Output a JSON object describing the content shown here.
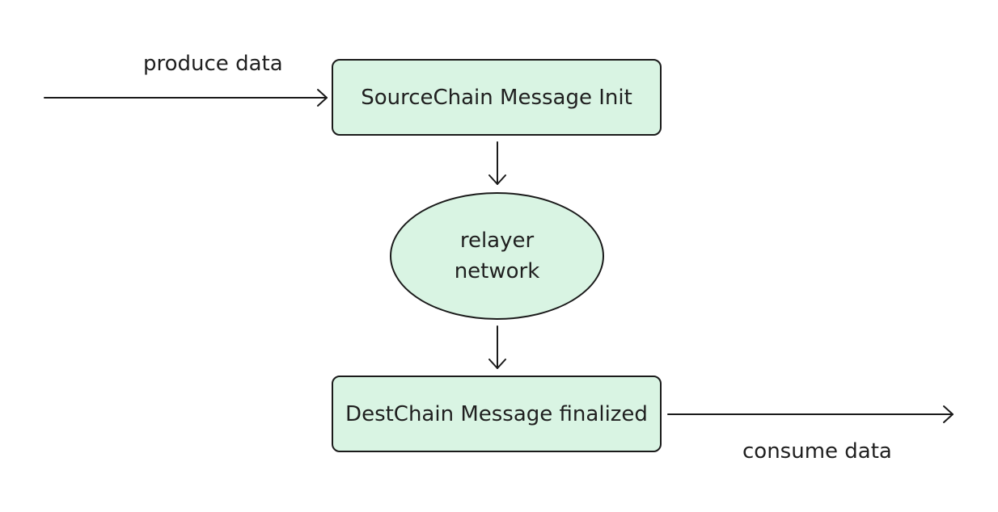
{
  "diagram": {
    "input_label": "produce data",
    "source_node": "SourceChain Message Init",
    "relay_node_line1": "relayer",
    "relay_node_line2": "network",
    "dest_node": "DestChain Message finalized",
    "output_label": "consume data"
  },
  "colors": {
    "node_fill": "#d9f4e3",
    "stroke": "#1a1a1a"
  }
}
